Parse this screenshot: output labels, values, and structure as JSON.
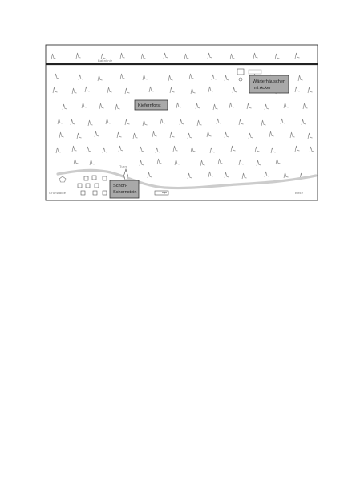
{
  "map": {
    "top_strip_label": "Bahnlinie",
    "labels": {
      "forest": "Kiefernforst",
      "keeper_lines": [
        "Wärterhäuschen",
        "mit Acker"
      ],
      "chimney_lines": [
        "Schön-",
        "Schornstein"
      ],
      "village_left": "Grünwalde",
      "village_right": "Birke",
      "tower_label": "Turm"
    },
    "colors": {
      "frame": "#333333",
      "label_box": "#a9a9a9",
      "river": "#cccccc",
      "tree": "#8a8a8a"
    }
  }
}
